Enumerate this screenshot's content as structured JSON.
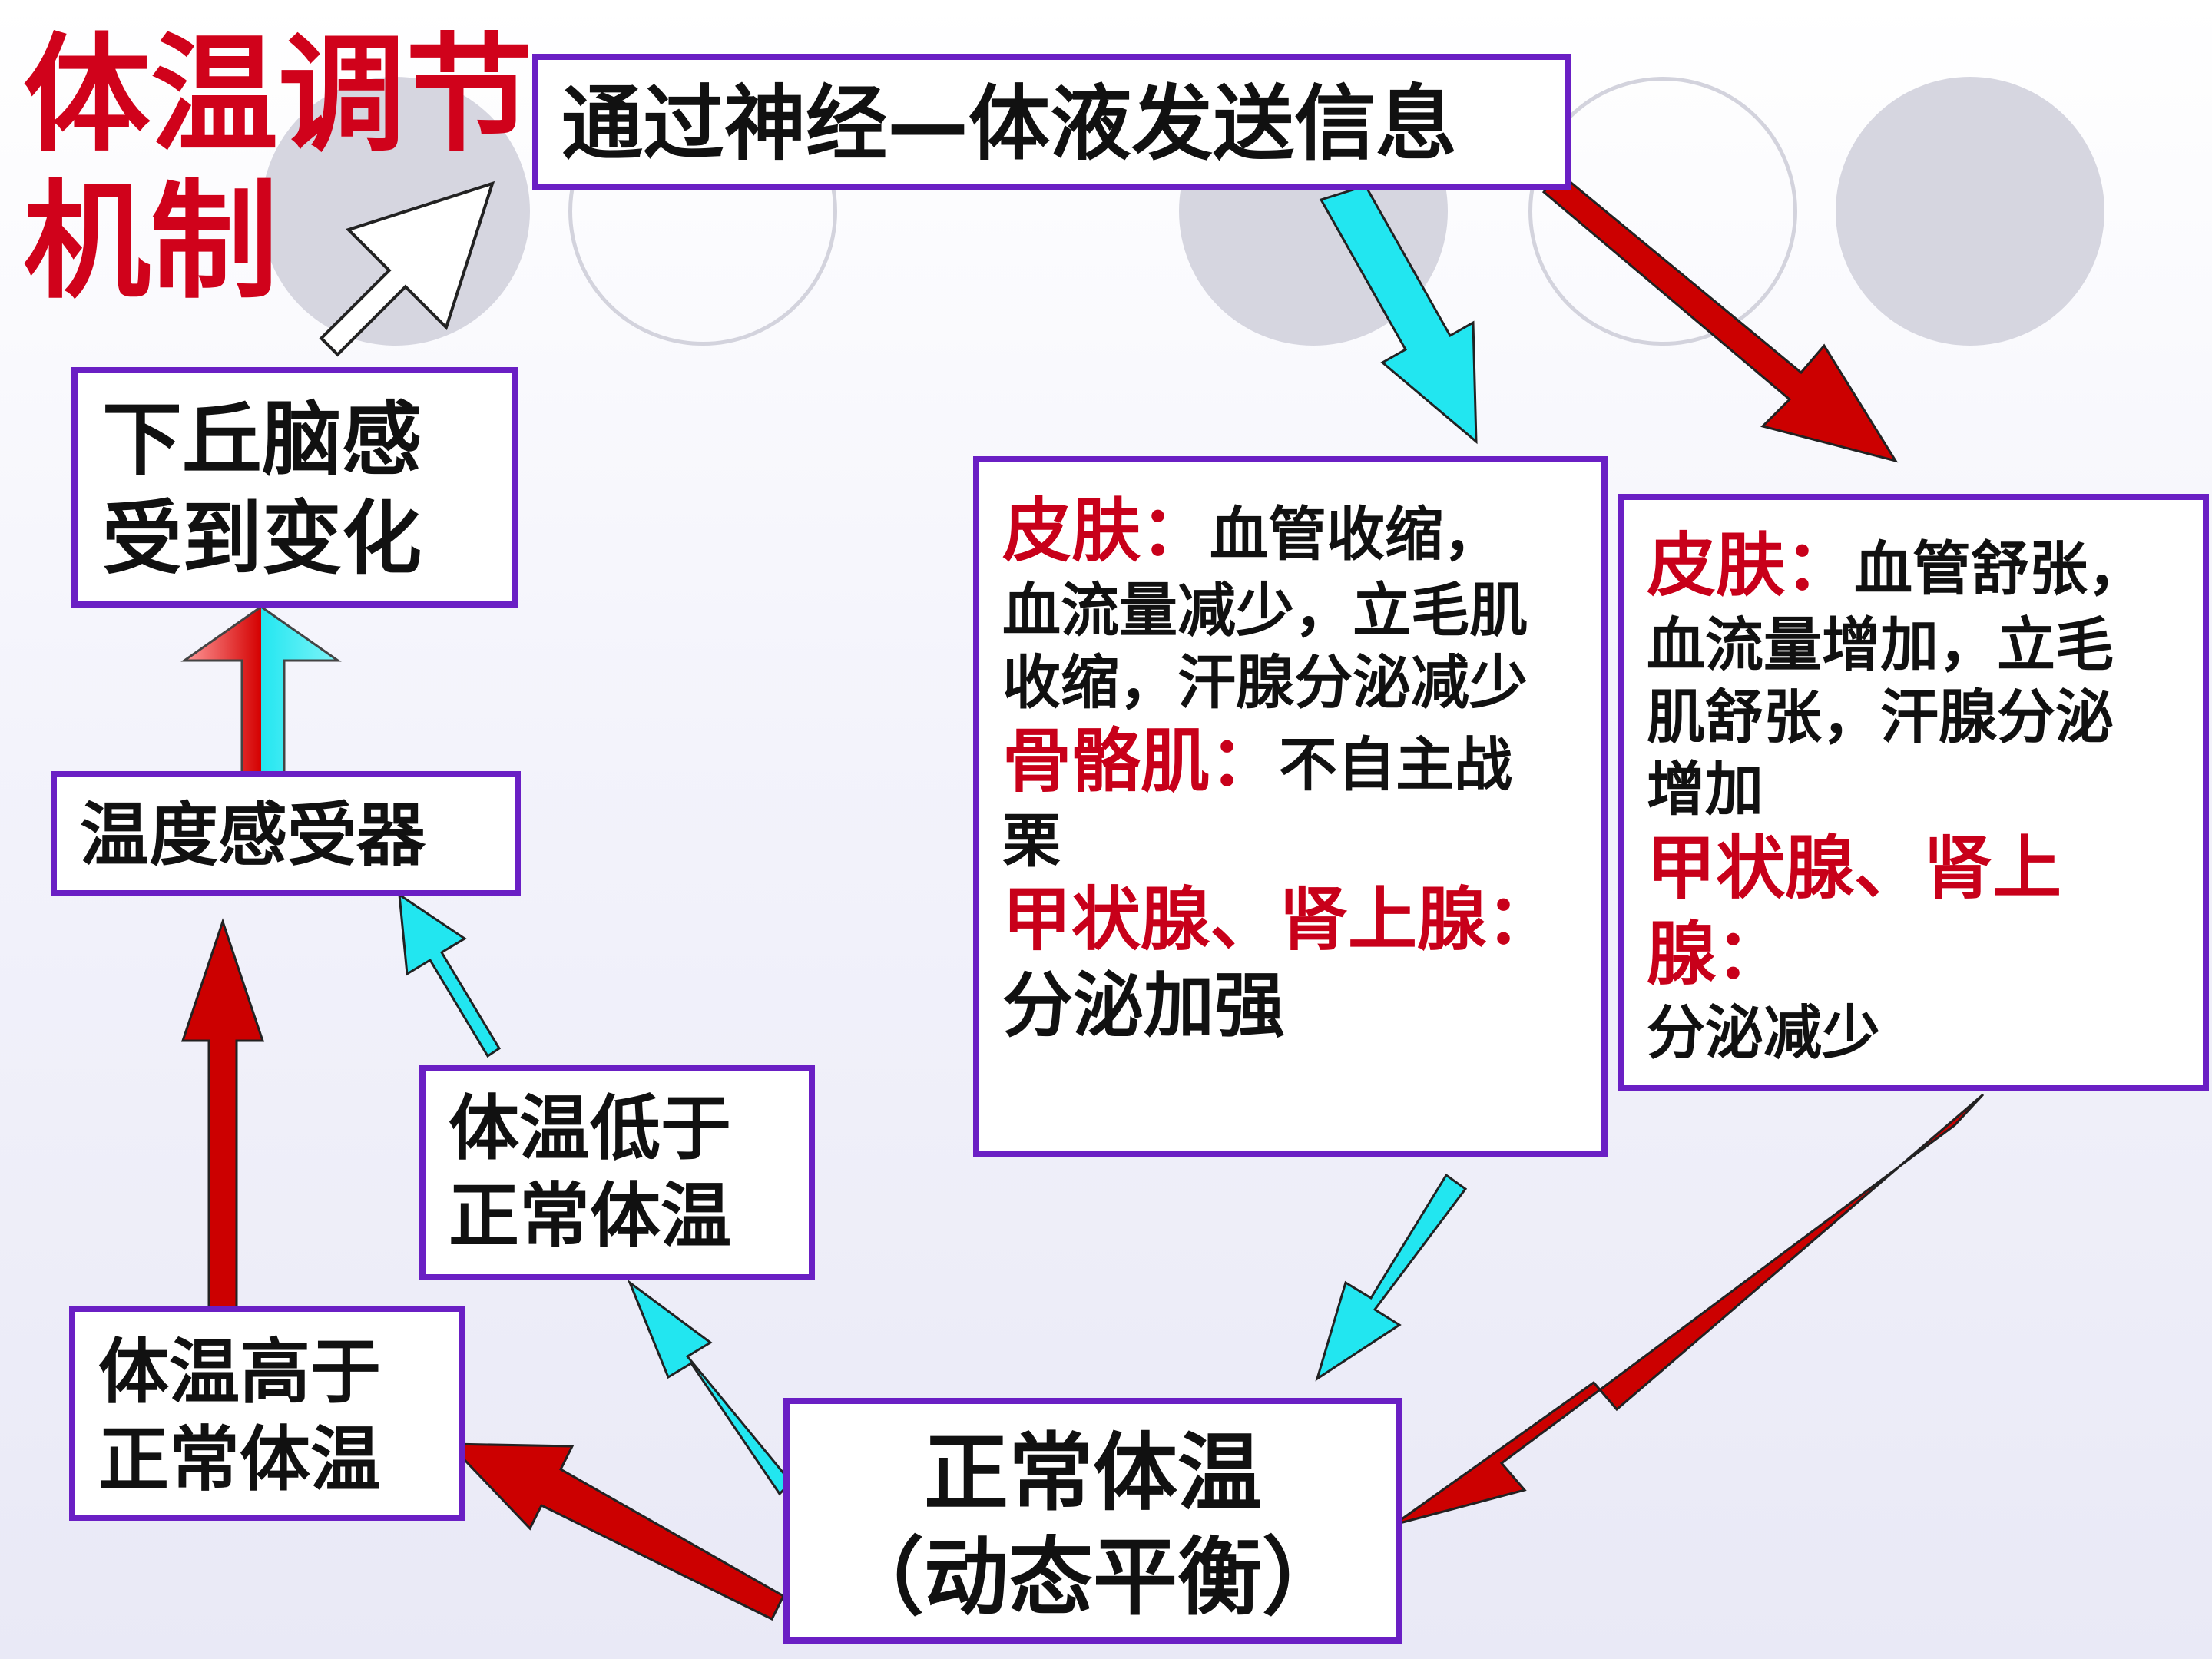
{
  "title": {
    "line1": "体温调节",
    "line2": "机制"
  },
  "top_box": {
    "text": "通过神经—体液发送信息"
  },
  "hypothalamus_box": {
    "line1": "下丘脑感",
    "line2": "受到变化"
  },
  "receptor_box": {
    "text": "温度感受器"
  },
  "low_temp_box": {
    "line1": "体温低于",
    "line2": "正常体温"
  },
  "high_temp_box": {
    "line1": "体温高于",
    "line2": "正常体温"
  },
  "normal_box": {
    "line1": "正常体温",
    "line2": "（动态平衡）"
  },
  "cold_response": {
    "skin_label": "皮肤：",
    "skin_line1": "血管收缩，",
    "skin_line2": "血流量减少，立毛肌",
    "skin_line3": "收缩，汗腺分泌减少",
    "muscle_label": "骨骼肌：",
    "muscle_line1": "不自主战",
    "muscle_line2": "栗",
    "gland_label": "甲状腺、肾上腺：",
    "gland_text": "分泌加强"
  },
  "heat_response": {
    "skin_label": "皮肤：",
    "skin_line1": "血管舒张，",
    "skin_line2": "血流量增加，立毛",
    "skin_line3": "肌舒张，汗腺分泌",
    "skin_line4": "增加",
    "gland_label": "甲状腺、肾上腺：",
    "gland_text": "分泌减少"
  },
  "colors": {
    "border": "#6a1fc4",
    "title_red": "#d0021b",
    "red_arrow": "#cc0000",
    "cyan_arrow": "#22e6f0"
  }
}
